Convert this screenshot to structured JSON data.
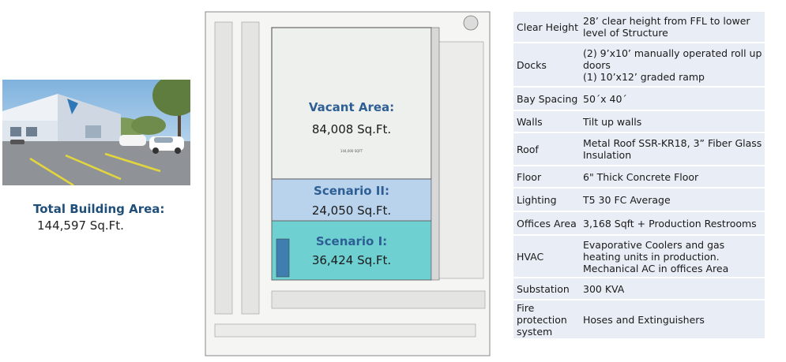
{
  "summary": {
    "total_label": "Total Building Area:",
    "total_value": "144,597 Sq.Ft."
  },
  "plan": {
    "vacant_label": "Vacant Area:",
    "vacant_value": "84,008 Sq.Ft.",
    "scenario2_label": "Scenario II:",
    "scenario2_value": "24,050 Sq.Ft.",
    "scenario1_label": "Scenario I:",
    "scenario1_value": "36,424 Sq.Ft.",
    "small_text": "144,000 SQFT"
  },
  "specs": [
    {
      "label": "Clear Height",
      "value": "28’ clear height from FFL to lower level of Structure"
    },
    {
      "label": "Docks",
      "value": "(2) 9’x10’ manually operated roll up doors\n(1) 10’x12’ graded ramp"
    },
    {
      "label": "Bay Spacing",
      "value": "50´x 40´"
    },
    {
      "label": "Walls",
      "value": "Tilt up walls"
    },
    {
      "label": "Roof",
      "value": "Metal Roof SSR-KR18, 3” Fiber Glass Insulation"
    },
    {
      "label": "Floor",
      "value": "6\" Thick Concrete Floor"
    },
    {
      "label": "Lighting",
      "value": "T5 30 FC Average"
    },
    {
      "label": "Offices Area",
      "value": "3,168 Sqft + Production Restrooms"
    },
    {
      "label": "HVAC",
      "value": "Evaporative Coolers and gas heating units in production.\nMechanical AC in offices Area"
    },
    {
      "label": "Substation",
      "value": "300 KVA"
    },
    {
      "label": "Fire protection system",
      "value": "Hoses and Extinguishers"
    }
  ],
  "colors": {
    "heading_blue": "#1f4e79",
    "scenario2_fill": "#b9d3ec",
    "scenario1_fill": "#6fd0d2",
    "table_bg": "#e9eef6"
  }
}
